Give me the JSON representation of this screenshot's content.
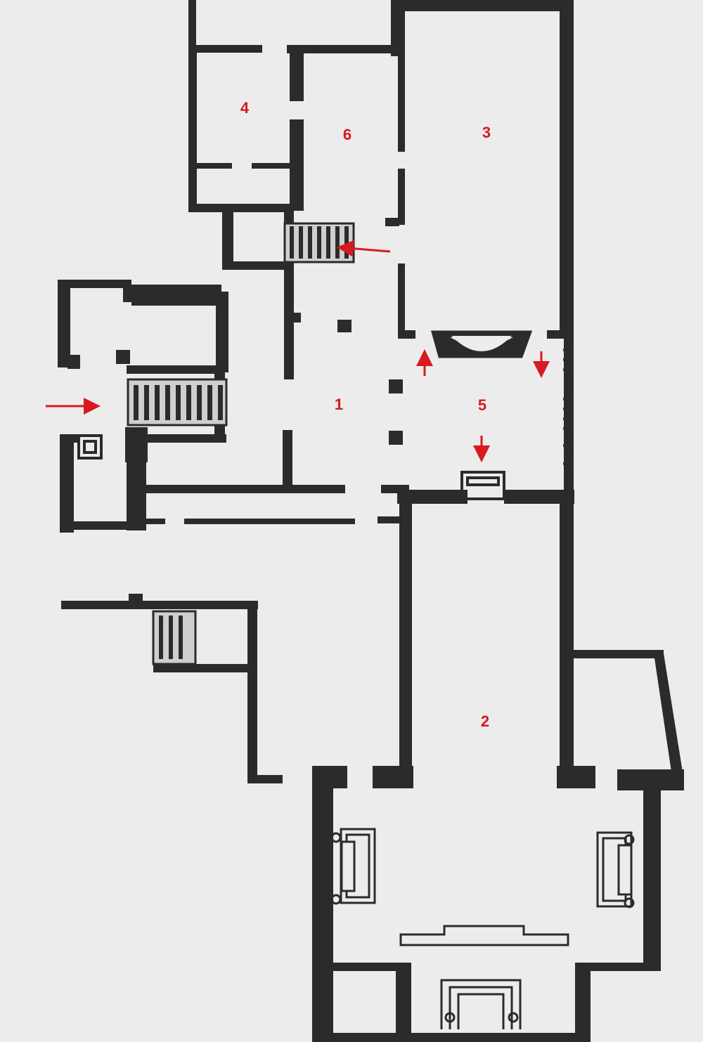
{
  "colors": {
    "background": "#ececec",
    "wall": "#2b2b2b",
    "annotation": "#d71920",
    "stair_fill": "#cfcfcf"
  },
  "rooms": [
    {
      "id": "1",
      "label": "1"
    },
    {
      "id": "2",
      "label": "2"
    },
    {
      "id": "3",
      "label": "3"
    },
    {
      "id": "4",
      "label": "4"
    },
    {
      "id": "5",
      "label": "5"
    },
    {
      "id": "6",
      "label": "6"
    }
  ],
  "icons": {
    "arrow": "arrow-icon",
    "staircase": "staircase-icon",
    "pillar": "pillar-icon",
    "fountain": "fountain-icon"
  }
}
